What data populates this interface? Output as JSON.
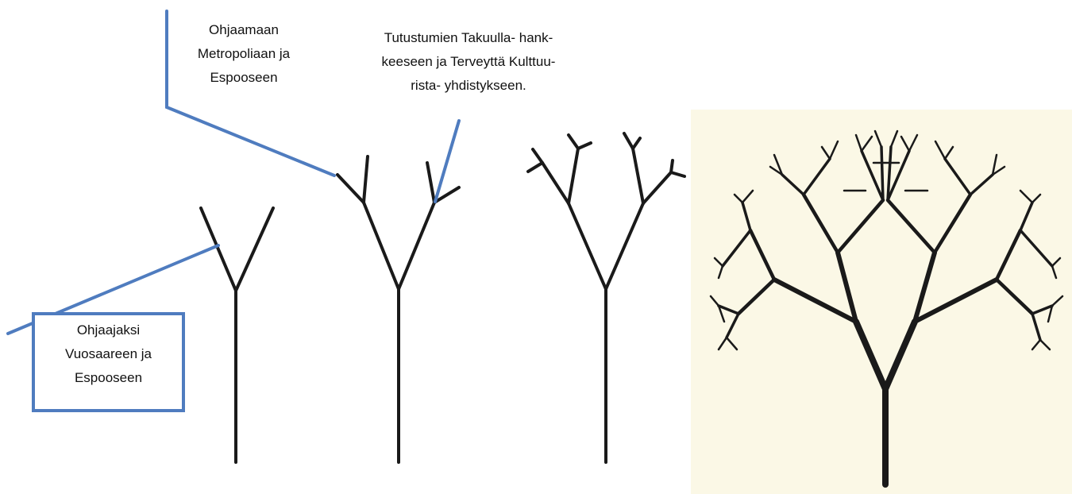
{
  "colors": {
    "callout": "#4f7cbf",
    "tree": "#1a1a1a",
    "panel_background": "#fbf8e6"
  },
  "callouts": {
    "metropolia": [
      "Ohjaamaan",
      "Metropoliaan ja",
      "Espooseen"
    ],
    "takuulla": [
      "Tutustumien Takuulla- hank-",
      "keeseen ja Terveyttä Kulttuu-",
      "rista- yhdistykseen."
    ],
    "vuosaari": [
      "Ohjaajaksi",
      "Vuosaareen ja",
      "Espooseen"
    ]
  }
}
